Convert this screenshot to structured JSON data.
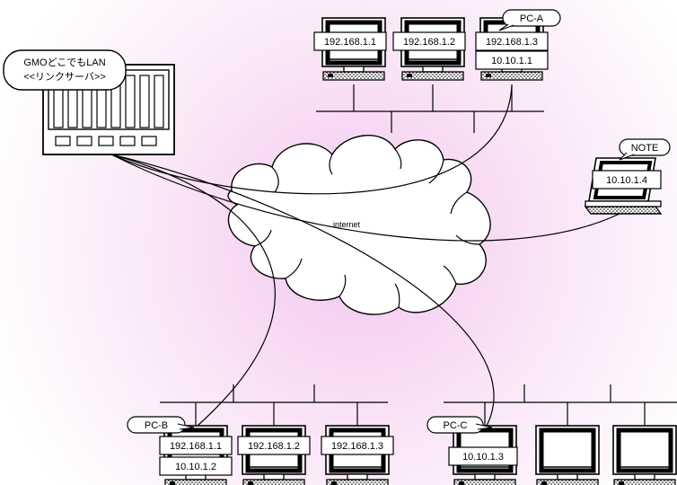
{
  "diagram": {
    "server": {
      "callout_line1": "GMOどこでもLAN",
      "callout_line2": "<<リンクサーバ>>"
    },
    "cloud_label": "internet",
    "top_group": {
      "pcs": [
        {
          "ip": "192.168.1.1"
        },
        {
          "ip": "192.168.1.2"
        },
        {
          "ip": "192.168.1.3",
          "vpn_ip": "10.10.1.1",
          "tag": "PC-A"
        }
      ]
    },
    "note": {
      "tag": "NOTE",
      "vpn_ip": "10.10.1.4"
    },
    "bottom_left_group": {
      "pcs": [
        {
          "ip": "192.168.1.1",
          "vpn_ip": "10.10.1.2",
          "tag": "PC-B"
        },
        {
          "ip": "192.168.1.2"
        },
        {
          "ip": "192.168.1.3"
        }
      ]
    },
    "bottom_right_group": {
      "pcs": [
        {
          "vpn_ip": "10.10.1.3",
          "tag": "PC-C"
        },
        {},
        {}
      ]
    }
  }
}
